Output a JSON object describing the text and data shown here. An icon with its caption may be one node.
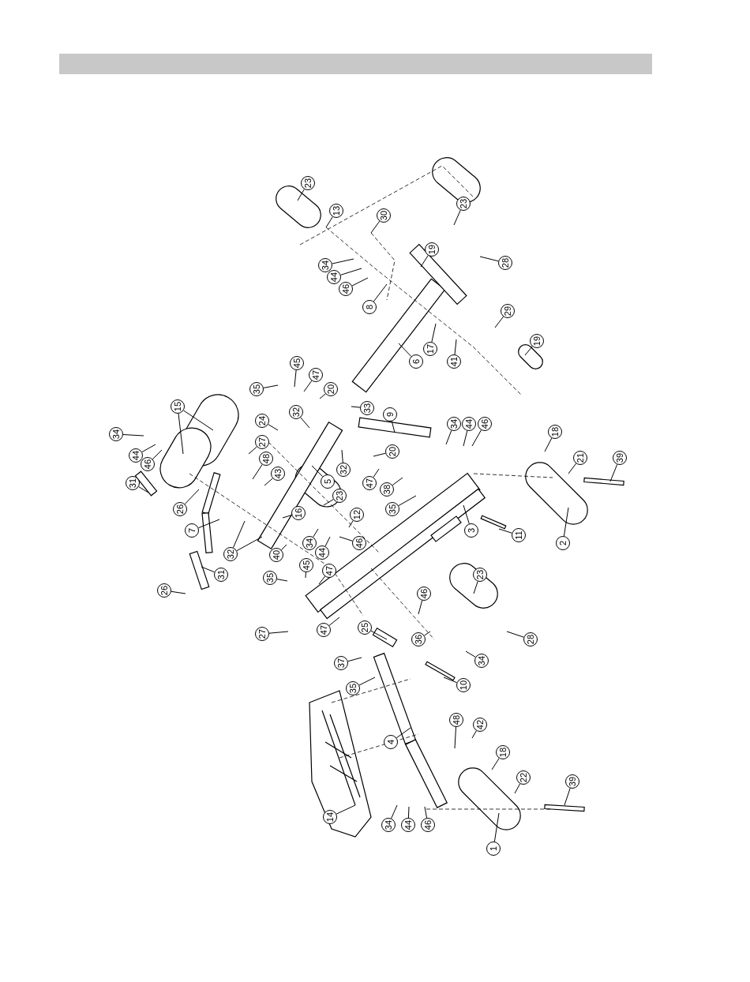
{
  "diagram": {
    "nodes": [
      {
        "text": [
          "23"
        ]
      },
      {
        "text": [
          "13"
        ]
      },
      {
        "text": [
          "23"
        ]
      },
      {
        "text": [
          "30"
        ]
      },
      {
        "text": [
          "19"
        ]
      },
      {
        "text": [
          "28"
        ]
      },
      {
        "text": [
          "34"
        ]
      },
      {
        "text": [
          "44"
        ]
      },
      {
        "text": [
          "46"
        ]
      },
      {
        "text": [
          "8"
        ]
      },
      {
        "text": [
          "29"
        ]
      },
      {
        "text": [
          "19"
        ]
      },
      {
        "text": [
          "17"
        ]
      },
      {
        "text": [
          "41"
        ]
      },
      {
        "text": [
          "6"
        ]
      },
      {
        "text": [
          "45"
        ]
      },
      {
        "text": [
          "47"
        ]
      },
      {
        "text": [
          "35"
        ]
      },
      {
        "text": [
          "20"
        ]
      },
      {
        "text": [
          "15"
        ]
      },
      {
        "text": [
          "33"
        ]
      },
      {
        "text": [
          "32"
        ]
      },
      {
        "text": [
          "9"
        ]
      },
      {
        "text": [
          "24"
        ]
      },
      {
        "text": [
          "34"
        ]
      },
      {
        "text": [
          "44"
        ]
      },
      {
        "text": [
          "46"
        ]
      },
      {
        "text": [
          "18"
        ]
      },
      {
        "text": [
          "34"
        ]
      },
      {
        "text": [
          "27"
        ]
      },
      {
        "text": [
          "20"
        ]
      },
      {
        "text": [
          "44"
        ]
      },
      {
        "text": [
          "21"
        ]
      },
      {
        "text": [
          "39"
        ]
      },
      {
        "text": [
          "46"
        ]
      },
      {
        "text": [
          "48"
        ]
      },
      {
        "text": [
          "32"
        ]
      },
      {
        "text": [
          "43"
        ]
      },
      {
        "text": [
          "5"
        ]
      },
      {
        "text": [
          "31"
        ]
      },
      {
        "text": [
          "47"
        ]
      },
      {
        "text": [
          "38"
        ]
      },
      {
        "text": [
          "23"
        ]
      },
      {
        "text": [
          "35"
        ]
      },
      {
        "text": [
          "12"
        ]
      },
      {
        "text": [
          "26"
        ]
      },
      {
        "text": [
          "16"
        ]
      },
      {
        "text": [
          "3"
        ]
      },
      {
        "text": [
          "11"
        ]
      },
      {
        "text": [
          "7"
        ]
      },
      {
        "text": [
          "2"
        ]
      },
      {
        "text": [
          "34"
        ]
      },
      {
        "text": [
          "44"
        ]
      },
      {
        "text": [
          "46"
        ]
      },
      {
        "text": [
          "32"
        ]
      },
      {
        "text": [
          "40"
        ]
      },
      {
        "text": [
          "45"
        ]
      },
      {
        "text": [
          "47"
        ]
      },
      {
        "text": [
          "31"
        ]
      },
      {
        "text": [
          "35"
        ]
      },
      {
        "text": [
          "23"
        ]
      },
      {
        "text": [
          "26"
        ]
      },
      {
        "text": [
          "46"
        ]
      },
      {
        "text": [
          "47"
        ]
      },
      {
        "text": [
          "25"
        ]
      },
      {
        "text": [
          "27"
        ]
      },
      {
        "text": [
          "36"
        ]
      },
      {
        "text": [
          "28"
        ]
      },
      {
        "text": [
          "34"
        ]
      },
      {
        "text": [
          "37"
        ]
      },
      {
        "text": [
          "10"
        ]
      },
      {
        "text": [
          "35"
        ]
      },
      {
        "text": [
          "48"
        ]
      },
      {
        "text": [
          "42"
        ]
      },
      {
        "text": [
          "4"
        ]
      },
      {
        "text": [
          "18"
        ]
      },
      {
        "text": [
          "22"
        ]
      },
      {
        "text": [
          "39"
        ]
      },
      {
        "text": [
          "14"
        ]
      },
      {
        "text": [
          "34"
        ]
      },
      {
        "text": [
          "44"
        ]
      },
      {
        "text": [
          "46"
        ]
      },
      {
        "text": [
          "1"
        ]
      }
    ],
    "edges": [
      {
        "from": 0,
        "to": null,
        "arrow": "none"
      },
      {
        "from": 1,
        "to": null,
        "arrow": "none"
      },
      {
        "from": 2,
        "to": null,
        "arrow": "none"
      },
      {
        "from": 3,
        "to": null,
        "arrow": "none"
      },
      {
        "from": 4,
        "to": null,
        "arrow": "none"
      },
      {
        "from": 5,
        "to": null,
        "arrow": "none"
      },
      {
        "from": 6,
        "to": null,
        "arrow": "none"
      },
      {
        "from": 7,
        "to": null,
        "arrow": "none"
      },
      {
        "from": 8,
        "to": null,
        "arrow": "none"
      },
      {
        "from": 9,
        "to": null,
        "arrow": "none"
      },
      {
        "from": 10,
        "to": null,
        "arrow": "none"
      },
      {
        "from": 11,
        "to": null,
        "arrow": "none"
      },
      {
        "from": 12,
        "to": null,
        "arrow": "none"
      },
      {
        "from": 13,
        "to": null,
        "arrow": "none"
      },
      {
        "from": 14,
        "to": null,
        "arrow": "none"
      },
      {
        "from": 15,
        "to": null,
        "arrow": "none"
      },
      {
        "from": 16,
        "to": null,
        "arrow": "none"
      },
      {
        "from": 17,
        "to": null,
        "arrow": "none"
      },
      {
        "from": 18,
        "to": null,
        "arrow": "none"
      },
      {
        "from": 19,
        "to": null,
        "arrow": "none"
      },
      {
        "from": 19,
        "to": null,
        "arrow": "none"
      },
      {
        "from": 20,
        "to": null,
        "arrow": "none"
      },
      {
        "from": 21,
        "to": null,
        "arrow": "none"
      },
      {
        "from": 22,
        "to": null,
        "arrow": "none"
      },
      {
        "from": 23,
        "to": null,
        "arrow": "none"
      },
      {
        "from": 24,
        "to": null,
        "arrow": "none"
      },
      {
        "from": 25,
        "to": null,
        "arrow": "none"
      },
      {
        "from": 26,
        "to": null,
        "arrow": "none"
      },
      {
        "from": 27,
        "to": null,
        "arrow": "none"
      },
      {
        "from": 28,
        "to": null,
        "arrow": "none"
      },
      {
        "from": 29,
        "to": null,
        "arrow": "none"
      },
      {
        "from": 30,
        "to": null,
        "arrow": "none"
      },
      {
        "from": 31,
        "to": null,
        "arrow": "none"
      },
      {
        "from": 32,
        "to": null,
        "arrow": "none"
      },
      {
        "from": 33,
        "to": null,
        "arrow": "none"
      },
      {
        "from": 34,
        "to": null,
        "arrow": "none"
      },
      {
        "from": 35,
        "to": null,
        "arrow": "none"
      },
      {
        "from": 36,
        "to": null,
        "arrow": "none"
      },
      {
        "from": 37,
        "to": null,
        "arrow": "none"
      },
      {
        "from": 38,
        "to": null,
        "arrow": "none"
      },
      {
        "from": 39,
        "to": null,
        "arrow": "none"
      },
      {
        "from": 40,
        "to": null,
        "arrow": "none"
      },
      {
        "from": 41,
        "to": null,
        "arrow": "none"
      },
      {
        "from": 42,
        "to": null,
        "arrow": "none"
      },
      {
        "from": 43,
        "to": null,
        "arrow": "none"
      },
      {
        "from": 44,
        "to": null,
        "arrow": "none"
      },
      {
        "from": 45,
        "to": null,
        "arrow": "none"
      },
      {
        "from": 46,
        "to": null,
        "arrow": "none"
      },
      {
        "from": 47,
        "to": null,
        "arrow": "none"
      },
      {
        "from": 48,
        "to": null,
        "arrow": "none"
      },
      {
        "from": 49,
        "to": null,
        "arrow": "none"
      },
      {
        "from": 50,
        "to": null,
        "arrow": "none"
      },
      {
        "from": 51,
        "to": null,
        "arrow": "none"
      },
      {
        "from": 52,
        "to": null,
        "arrow": "none"
      },
      {
        "from": 53,
        "to": null,
        "arrow": "none"
      },
      {
        "from": 54,
        "to": null,
        "arrow": "none"
      },
      {
        "from": 54,
        "to": null,
        "arrow": "none"
      },
      {
        "from": 55,
        "to": null,
        "arrow": "none"
      },
      {
        "from": 56,
        "to": null,
        "arrow": "none"
      },
      {
        "from": 57,
        "to": null,
        "arrow": "none"
      },
      {
        "from": 58,
        "to": null,
        "arrow": "none"
      },
      {
        "from": 59,
        "to": null,
        "arrow": "none"
      },
      {
        "from": 60,
        "to": null,
        "arrow": "none"
      },
      {
        "from": 61,
        "to": null,
        "arrow": "none"
      },
      {
        "from": 62,
        "to": null,
        "arrow": "none"
      },
      {
        "from": 63,
        "to": null,
        "arrow": "none"
      },
      {
        "from": 64,
        "to": null,
        "arrow": "none"
      },
      {
        "from": 65,
        "to": null,
        "arrow": "none"
      },
      {
        "from": 66,
        "to": null,
        "arrow": "none"
      },
      {
        "from": 67,
        "to": null,
        "arrow": "none"
      },
      {
        "from": 68,
        "to": null,
        "arrow": "none"
      },
      {
        "from": 69,
        "to": null,
        "arrow": "none"
      },
      {
        "from": 70,
        "to": null,
        "arrow": "none"
      },
      {
        "from": 71,
        "to": null,
        "arrow": "none"
      },
      {
        "from": 72,
        "to": null,
        "arrow": "none"
      },
      {
        "from": 73,
        "to": null,
        "arrow": "none"
      },
      {
        "from": 74,
        "to": null,
        "arrow": "none"
      },
      {
        "from": 75,
        "to": null,
        "arrow": "none"
      },
      {
        "from": 76,
        "to": null,
        "arrow": "none"
      },
      {
        "from": 77,
        "to": null,
        "arrow": "none"
      },
      {
        "from": 78,
        "to": null,
        "arrow": "none"
      },
      {
        "from": 79,
        "to": null,
        "arrow": "none"
      },
      {
        "from": 80,
        "to": null,
        "arrow": "none"
      },
      {
        "from": 81,
        "to": null,
        "arrow": "none"
      },
      {
        "from": 82,
        "to": null,
        "arrow": "none"
      }
    ]
  }
}
